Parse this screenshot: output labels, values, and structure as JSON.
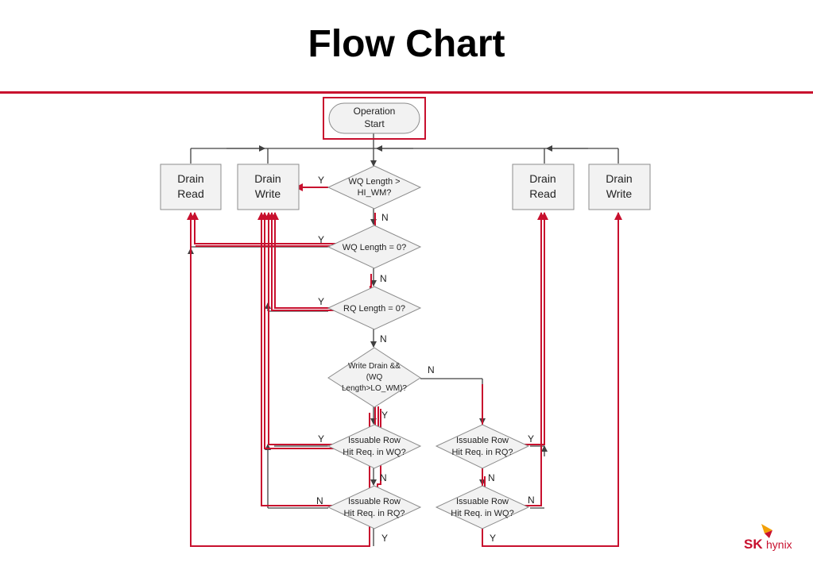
{
  "title": "Flow Chart",
  "nodes": {
    "start": [
      "Operation",
      "Start"
    ],
    "drain_read_left": [
      "Drain",
      "Read"
    ],
    "drain_write_left": [
      "Drain",
      "Write"
    ],
    "drain_read_right": [
      "Drain",
      "Read"
    ],
    "drain_write_right": [
      "Drain",
      "Write"
    ],
    "d1": [
      "WQ Length >",
      "HI_WM?"
    ],
    "d2": [
      "WQ Length = 0?"
    ],
    "d3": [
      "RQ Length = 0?"
    ],
    "d4": [
      "Write Drain &&",
      "(WQ",
      "Length>LO_WM)?"
    ],
    "d5": [
      "Issuable Row",
      "Hit Req. in WQ?"
    ],
    "d6": [
      "Issuable Row",
      "Hit Req. in RQ?"
    ],
    "d7": [
      "Issuable Row",
      "Hit Req. in RQ?"
    ],
    "d8": [
      "Issuable Row",
      "Hit Req. in WQ?"
    ]
  },
  "edge_labels": {
    "d1_yes": "Y",
    "d1_no": "N",
    "d2_yes": "Y",
    "d2_no": "N",
    "d3_yes": "Y",
    "d3_no": "N",
    "d4_yes": "Y",
    "d4_no": "N",
    "d5_yes": "Y",
    "d5_no": "N",
    "d6_no": "N",
    "d6_yes": "Y",
    "d7_yes": "Y",
    "d7_no": "N",
    "d8_no": "N",
    "d8_yes": "Y"
  },
  "logo": {
    "sk": "SK",
    "hynix": "hynix"
  },
  "colors": {
    "highlight": "#c8102e",
    "line": "#404040",
    "box_fill": "#f2f2f2",
    "box_stroke": "#8c8c8c"
  }
}
